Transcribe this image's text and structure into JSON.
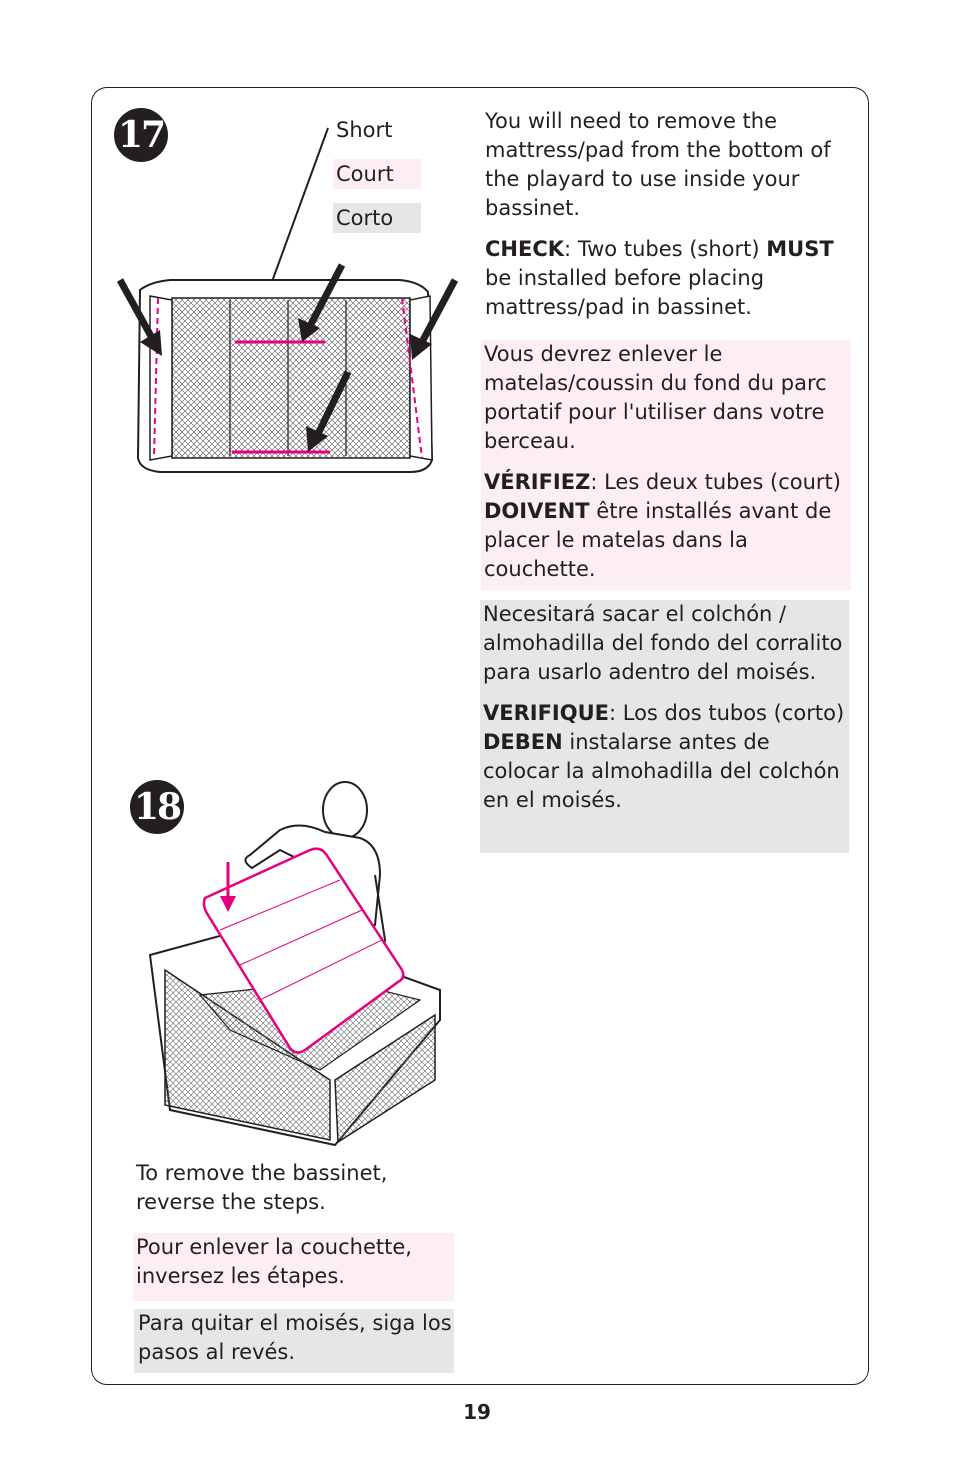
{
  "steps": {
    "step17": {
      "number": "17"
    },
    "step18": {
      "number": "18"
    }
  },
  "labels": {
    "short": "Short",
    "court": "Court",
    "corto": "Corto"
  },
  "english": {
    "p1": "You will need to remove the mattress/pad from the bottom of the playard to use inside your bassinet.",
    "check_label": "CHECK",
    "check_text_1": ": Two tubes (short) ",
    "must": "MUST",
    "check_text_2": " be installed before placing mattress/pad in bassinet."
  },
  "french": {
    "p1": "Vous devrez enlever le matelas/coussin du fond du parc portatif pour l'utiliser dans votre berceau.",
    "check_label": "VÉRIFIEZ",
    "check_text_1": ": Les deux tubes (court) ",
    "must": "DOIVENT",
    "check_text_2": " être installés avant de placer le matelas dans la couchette."
  },
  "spanish": {
    "p1": "Necesitará sacar el colchón / almohadilla del fondo del corralito para usarlo adentro del moisés.",
    "check_label": "VERIFIQUE",
    "check_text_1": ": Los dos tubos (corto) ",
    "must": "DEBEN",
    "check_text_2": " instalarse antes de colocar la almohadilla del colchón en el moisés."
  },
  "remove": {
    "en": "To remove the bassinet, reverse the steps.",
    "fr": "Pour enlever la couchette, inversez les étapes.",
    "es": "Para quitar el moisés, siga los pasos al revés."
  },
  "page_number": "19",
  "colors": {
    "accent_magenta": "#e6007e",
    "pink_box": "#fdeef4",
    "grey_box": "#e6e6e6",
    "ink": "#231f20"
  },
  "icons": [
    "down-arrow-icon"
  ]
}
